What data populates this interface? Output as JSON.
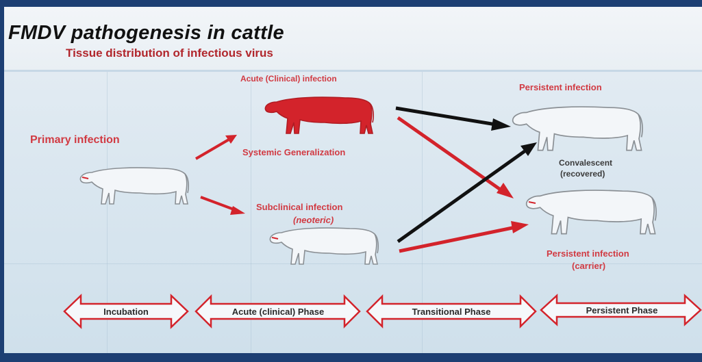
{
  "title": "FMDV pathogenesis in cattle",
  "subtitle": "Tissue distribution of infectious virus",
  "labels": {
    "primary": "Primary infection",
    "acute": "Acute (Clinical) infection",
    "systemic": "Systemic Generalization",
    "subclinical": "Subclinical infection",
    "neoteric": "(neoteric)",
    "persistent": "Persistent infection",
    "convalescent": "Convalescent",
    "recovered": "(recovered)",
    "persistent_carrier": "Persistent infection",
    "carrier": "(carrier)"
  },
  "phases": [
    "Incubation",
    "Acute (clinical) Phase",
    "Transitional Phase",
    "Persistent Phase"
  ],
  "colors": {
    "red": "#d3232b",
    "black": "#111111",
    "outline": "#8a8f94"
  }
}
